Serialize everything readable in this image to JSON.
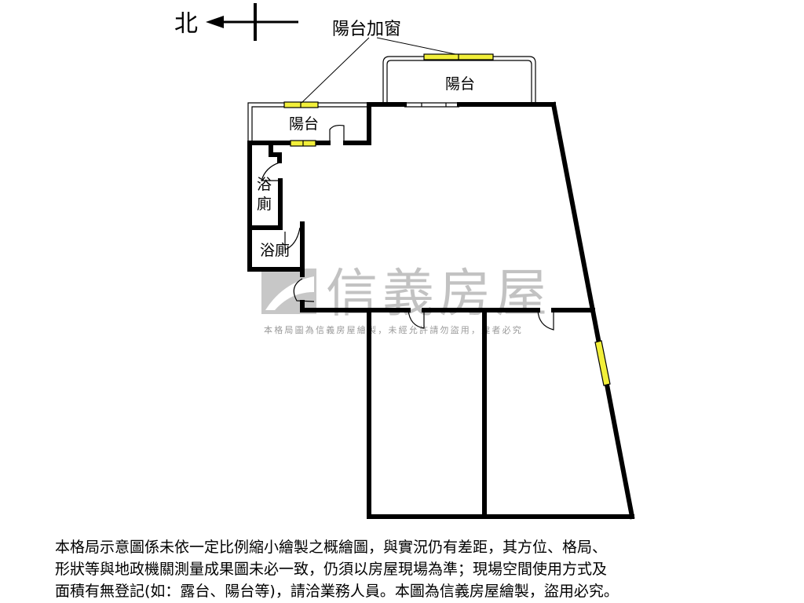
{
  "compass": {
    "north_label": "北"
  },
  "labels": {
    "balcony_window": "陽台加窗",
    "balcony_upper": "陽台",
    "balcony_left": "陽台",
    "bath1_line1": "浴",
    "bath1_line2": "廁",
    "bath2": "浴廁"
  },
  "watermark": {
    "brand": "信義房屋",
    "notice": "本格局圖為信義房屋繪製，未經允許請勿盜用，違者必究"
  },
  "disclaimer": [
    "本格局示意圖係未依一定比例縮小繪製之概繪圖，與實況仍有差距，其方位、格局、",
    "形狀等與地政機關測量成果圖未必一致，仍須以房屋現場為準；現場空間使用方式及",
    "面積有無登記(如：露台、陽台等)，請洽業務人員。本圖為信義房屋繪製，盜用必究。"
  ],
  "colors": {
    "wall": "#000000",
    "window": "#f2ef3a",
    "watermark": "#9a9a9a"
  }
}
